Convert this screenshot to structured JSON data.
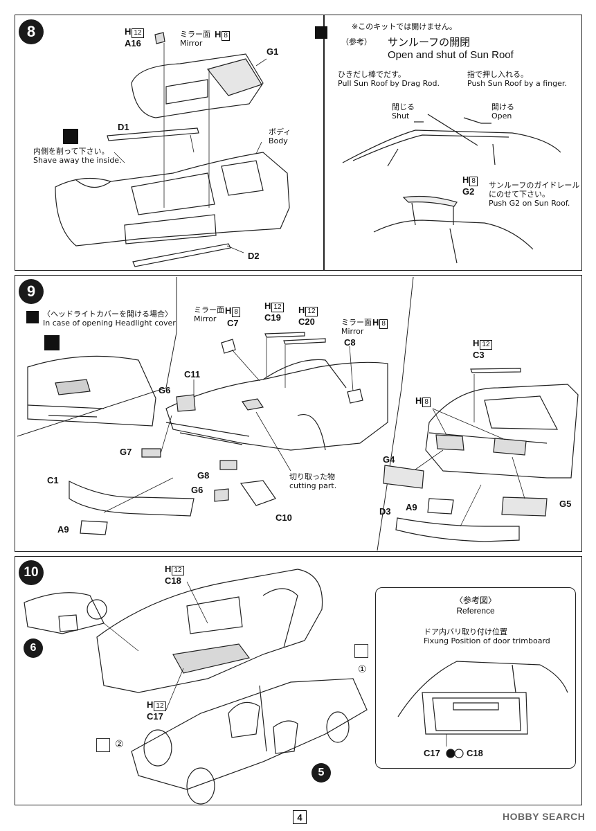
{
  "page": {
    "number": "4",
    "watermark": "HOBBY SEARCH"
  },
  "step8": {
    "number": "8",
    "part_a16": {
      "sheet": "H",
      "sheet_num": "12",
      "code": "A16"
    },
    "mirror_face_jp": "ミラー面",
    "mirror_face_en": "Mirror",
    "mirror_sheet": {
      "sheet": "H",
      "sheet_num": "8"
    },
    "g1": "G1",
    "d1": "D1",
    "d2": "D2",
    "body_jp": "ボディ",
    "body_en": "Body",
    "shave_jp": "内側を削って下さい。",
    "shave_en": "Shave away the inside.",
    "note_jp": "※このキットでは開けません。",
    "ref_jp": "（参考）",
    "sunroof_title_jp": "サンルーフの開閉",
    "sunroof_title_en": "Open and shut of Sun Roof",
    "pull_jp": "ひきだし棒でだす。",
    "pull_en": "Pull Sun Roof by Drag Rod.",
    "push_jp": "指で押し入れる。",
    "push_en": "Push Sun Roof by a finger.",
    "shut_jp": "閉じる",
    "shut_en": "Shut",
    "open_jp": "開ける",
    "open_en": "Open",
    "g2": {
      "sheet": "H",
      "sheet_num": "8",
      "code": "G2"
    },
    "guide_jp1": "サンルーフのガイドレール",
    "guide_jp2": "にのせて下さい。",
    "guide_en": "Push G2 on Sun Roof."
  },
  "step9": {
    "number": "9",
    "headlight_jp": "〈ヘッドライトカバーを開ける場合〉",
    "headlight_en": "In case of opening Headlight cover",
    "mirror_face_jp": "ミラー面",
    "mirror_face_en": "Mirror",
    "c7_sheet": {
      "sheet": "H",
      "sheet_num": "8"
    },
    "c7": "C7",
    "c19": {
      "sheet": "H",
      "sheet_num": "12",
      "code": "C19"
    },
    "c20": {
      "sheet": "H",
      "sheet_num": "12",
      "code": "C20"
    },
    "c8_mirror_jp": "ミラー面",
    "c8_mirror_en": "Mirror",
    "c8_sheet": {
      "sheet": "H",
      "sheet_num": "8"
    },
    "c8": "C8",
    "c11": "C11",
    "g6": "G6",
    "g7": "G7",
    "g8": "G8",
    "g6b": "G6",
    "c1": "C1",
    "a9": "A9",
    "c10": "C10",
    "cut_jp": "切り取った物",
    "cut_en": "cutting part.",
    "c3": {
      "sheet": "H",
      "sheet_num": "12",
      "code": "C3"
    },
    "h8": {
      "sheet": "H",
      "sheet_num": "8"
    },
    "g4": "G4",
    "a9b": "A9",
    "g5": "G5",
    "d3": "D3"
  },
  "step10": {
    "number": "10",
    "c18": {
      "sheet": "H",
      "sheet_num": "12",
      "code": "C18"
    },
    "c17": {
      "sheet": "H",
      "sheet_num": "12",
      "code": "C17"
    },
    "sub6": "6",
    "sub5": "5",
    "glue1": "①",
    "glue2": "②",
    "ref_jp": "〈参考図〉",
    "ref_en": "Reference",
    "door_jp": "ドア内バリ取り付け位置",
    "door_en": "Fixung Position of door trimboard",
    "c17_label": "C17",
    "c18_label": "C18"
  }
}
